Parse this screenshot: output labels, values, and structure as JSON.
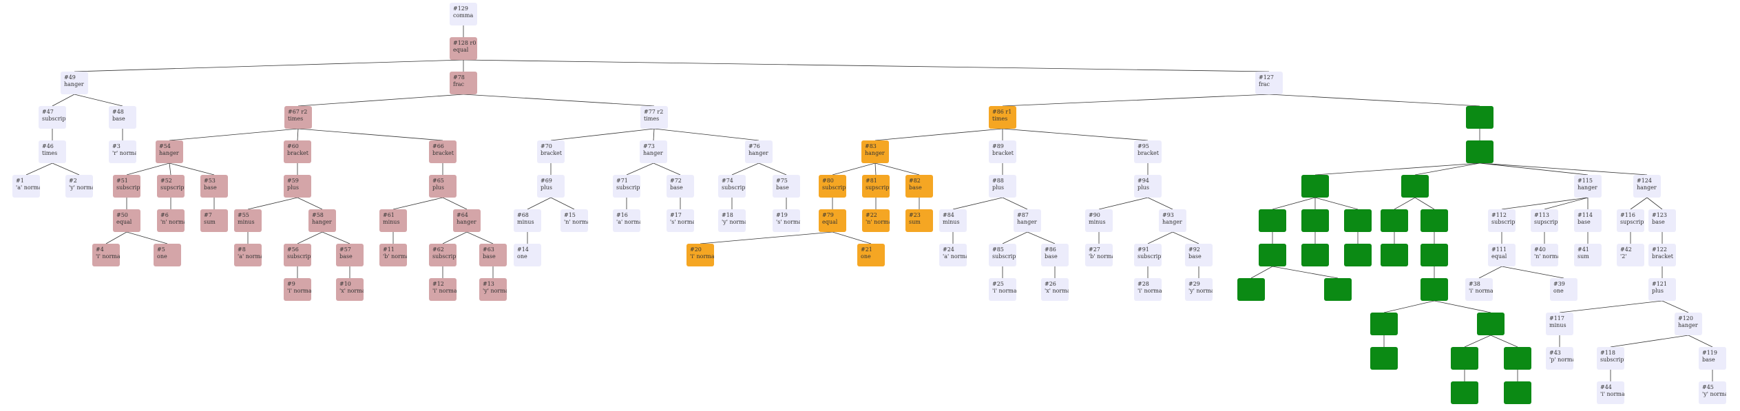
{
  "colors": {
    "default": "#ececfb",
    "pink": "#d4a5a8",
    "orange": "#f5a623",
    "green": "#0b8a14"
  },
  "nodes": [
    {
      "key": "n129",
      "id": "#129",
      "label": "comma",
      "style": "default"
    },
    {
      "key": "n128",
      "id": "#128 r0",
      "label": "equal",
      "style": "pink"
    },
    {
      "key": "n49",
      "id": "#49",
      "label": "hanger",
      "style": "default"
    },
    {
      "key": "n78",
      "id": "#78",
      "label": "frac",
      "style": "pink"
    },
    {
      "key": "n127",
      "id": "#127",
      "label": "frac",
      "style": "default"
    },
    {
      "key": "n47",
      "id": "#47",
      "label": "subscript",
      "style": "default"
    },
    {
      "key": "n48",
      "id": "#48",
      "label": "base",
      "style": "default"
    },
    {
      "key": "n46",
      "id": "#46",
      "label": "times",
      "style": "default"
    },
    {
      "key": "n3",
      "id": "#3",
      "label": "'r' normal font",
      "style": "default"
    },
    {
      "key": "n1",
      "id": "#1",
      "label": "'a' normal font",
      "style": "default"
    },
    {
      "key": "n2",
      "id": "#2",
      "label": "'y' normal font",
      "style": "default"
    },
    {
      "key": "n67",
      "id": "#67 r2",
      "label": "times",
      "style": "pink"
    },
    {
      "key": "n77",
      "id": "#77 r2",
      "label": "times",
      "style": "default"
    },
    {
      "key": "n54",
      "id": "#54",
      "label": "hanger",
      "style": "pink"
    },
    {
      "key": "n60",
      "id": "#60",
      "label": "bracket",
      "style": "pink"
    },
    {
      "key": "n66",
      "id": "#66",
      "label": "bracket",
      "style": "pink"
    },
    {
      "key": "n51",
      "id": "#51",
      "label": "subscript",
      "style": "pink"
    },
    {
      "key": "n52",
      "id": "#52",
      "label": "supscript",
      "style": "pink"
    },
    {
      "key": "n53",
      "id": "#53",
      "label": "base",
      "style": "pink"
    },
    {
      "key": "n50",
      "id": "#50",
      "label": "equal",
      "style": "pink"
    },
    {
      "key": "n6",
      "id": "#6",
      "label": "'n' normal font",
      "style": "pink"
    },
    {
      "key": "n7",
      "id": "#7",
      "label": "sum",
      "style": "pink"
    },
    {
      "key": "n4",
      "id": "#4",
      "label": "'i' normal font",
      "style": "pink"
    },
    {
      "key": "n5",
      "id": "#5",
      "label": "one",
      "style": "pink"
    },
    {
      "key": "n59",
      "id": "#59",
      "label": "plus",
      "style": "pink"
    },
    {
      "key": "n55",
      "id": "#55",
      "label": "minus",
      "style": "pink"
    },
    {
      "key": "n58",
      "id": "#58",
      "label": "hanger",
      "style": "pink"
    },
    {
      "key": "n8",
      "id": "#8",
      "label": "'a' normal font",
      "style": "pink"
    },
    {
      "key": "n56",
      "id": "#56",
      "label": "subscript",
      "style": "pink"
    },
    {
      "key": "n57",
      "id": "#57",
      "label": "base",
      "style": "pink"
    },
    {
      "key": "n9",
      "id": "#9",
      "label": "'i' normal font",
      "style": "pink"
    },
    {
      "key": "n10",
      "id": "#10",
      "label": "'x' normal font",
      "style": "pink"
    },
    {
      "key": "n65",
      "id": "#65",
      "label": "plus",
      "style": "pink"
    },
    {
      "key": "n61",
      "id": "#61",
      "label": "minus",
      "style": "pink"
    },
    {
      "key": "n64",
      "id": "#64",
      "label": "hanger",
      "style": "pink"
    },
    {
      "key": "n11",
      "id": "#11",
      "label": "'b' normal font",
      "style": "pink"
    },
    {
      "key": "n62",
      "id": "#62",
      "label": "subscript",
      "style": "pink"
    },
    {
      "key": "n63",
      "id": "#63",
      "label": "base",
      "style": "pink"
    },
    {
      "key": "n12",
      "id": "#12",
      "label": "'i' normal font",
      "style": "pink"
    },
    {
      "key": "n13",
      "id": "#13",
      "label": "'y' normal font",
      "style": "pink"
    },
    {
      "key": "n70",
      "id": "#70",
      "label": "bracket",
      "style": "default"
    },
    {
      "key": "n73",
      "id": "#73",
      "label": "hanger",
      "style": "default"
    },
    {
      "key": "n76",
      "id": "#76",
      "label": "hanger",
      "style": "default"
    },
    {
      "key": "n69",
      "id": "#69",
      "label": "plus",
      "style": "default"
    },
    {
      "key": "n68",
      "id": "#68",
      "label": "minus",
      "style": "default"
    },
    {
      "key": "n15",
      "id": "#15",
      "label": "'n' normal font",
      "style": "default"
    },
    {
      "key": "n14",
      "id": "#14",
      "label": "one",
      "style": "default"
    },
    {
      "key": "n71",
      "id": "#71",
      "label": "subscript",
      "style": "default"
    },
    {
      "key": "n72",
      "id": "#72",
      "label": "base",
      "style": "default"
    },
    {
      "key": "n16",
      "id": "#16",
      "label": "'a' normal font",
      "style": "default"
    },
    {
      "key": "n17",
      "id": "#17",
      "label": "'s' normal font",
      "style": "default"
    },
    {
      "key": "n74",
      "id": "#74",
      "label": "subscript",
      "style": "default"
    },
    {
      "key": "n75",
      "id": "#75",
      "label": "base",
      "style": "default"
    },
    {
      "key": "n18",
      "id": "#18",
      "label": "'y' normal font",
      "style": "default"
    },
    {
      "key": "n19",
      "id": "#19",
      "label": "'s' normal font",
      "style": "default"
    },
    {
      "key": "n86",
      "id": "#86 r1",
      "label": "times",
      "style": "orange"
    },
    {
      "key": "n83",
      "id": "#83",
      "label": "hanger",
      "style": "orange"
    },
    {
      "key": "n89",
      "id": "#89",
      "label": "bracket",
      "style": "default"
    },
    {
      "key": "n95",
      "id": "#95",
      "label": "bracket",
      "style": "default"
    },
    {
      "key": "n80",
      "id": "#80",
      "label": "subscript",
      "style": "orange"
    },
    {
      "key": "n81",
      "id": "#81",
      "label": "supscript",
      "style": "orange"
    },
    {
      "key": "n82",
      "id": "#82",
      "label": "base",
      "style": "orange"
    },
    {
      "key": "n79",
      "id": "#79",
      "label": "equal",
      "style": "orange"
    },
    {
      "key": "n22",
      "id": "#22",
      "label": "'n' normal font",
      "style": "orange"
    },
    {
      "key": "n23",
      "id": "#23",
      "label": "sum",
      "style": "orange"
    },
    {
      "key": "n20",
      "id": "#20",
      "label": "'i' normal font",
      "style": "orange"
    },
    {
      "key": "n21",
      "id": "#21",
      "label": "one",
      "style": "orange"
    },
    {
      "key": "n88",
      "id": "#88",
      "label": "plus",
      "style": "default"
    },
    {
      "key": "n84",
      "id": "#84",
      "label": "minus",
      "style": "default"
    },
    {
      "key": "n87",
      "id": "#87",
      "label": "hanger",
      "style": "default"
    },
    {
      "key": "n24",
      "id": "#24",
      "label": "'a' normal font",
      "style": "default"
    },
    {
      "key": "n85",
      "id": "#85",
      "label": "subscript",
      "style": "default"
    },
    {
      "key": "n86b",
      "id": "#86",
      "label": "base",
      "style": "default"
    },
    {
      "key": "n25",
      "id": "#25",
      "label": "'i' normal font",
      "style": "default"
    },
    {
      "key": "n26",
      "id": "#26",
      "label": "'x' normal font",
      "style": "default"
    },
    {
      "key": "n94",
      "id": "#94",
      "label": "plus",
      "style": "default"
    },
    {
      "key": "n90",
      "id": "#90",
      "label": "minus",
      "style": "default"
    },
    {
      "key": "n93",
      "id": "#93",
      "label": "hanger",
      "style": "default"
    },
    {
      "key": "n27",
      "id": "#27",
      "label": "'b' normal font",
      "style": "default"
    },
    {
      "key": "n91",
      "id": "#91",
      "label": "subscript",
      "style": "default"
    },
    {
      "key": "n92",
      "id": "#92",
      "label": "base",
      "style": "default"
    },
    {
      "key": "n28",
      "id": "#28",
      "label": "'i' normal font",
      "style": "default"
    },
    {
      "key": "n29",
      "id": "#29",
      "label": "'y' normal font",
      "style": "default"
    },
    {
      "key": "g1",
      "id": "",
      "label": "",
      "style": "green"
    },
    {
      "key": "g2",
      "id": "",
      "label": "",
      "style": "green"
    },
    {
      "key": "g3",
      "id": "",
      "label": "",
      "style": "green"
    },
    {
      "key": "g4",
      "id": "",
      "label": "",
      "style": "green"
    },
    {
      "key": "n115",
      "id": "#115",
      "label": "hanger",
      "style": "default"
    },
    {
      "key": "n124",
      "id": "#124",
      "label": "hanger",
      "style": "default"
    },
    {
      "key": "g5",
      "id": "",
      "label": "",
      "style": "green"
    },
    {
      "key": "g6",
      "id": "",
      "label": "",
      "style": "green"
    },
    {
      "key": "g7",
      "id": "",
      "label": "",
      "style": "green"
    },
    {
      "key": "g8",
      "id": "",
      "label": "",
      "style": "green"
    },
    {
      "key": "g9",
      "id": "",
      "label": "",
      "style": "green"
    },
    {
      "key": "g10",
      "id": "",
      "label": "",
      "style": "green"
    },
    {
      "key": "g11",
      "id": "",
      "label": "",
      "style": "green"
    },
    {
      "key": "g12",
      "id": "",
      "label": "",
      "style": "green"
    },
    {
      "key": "g13",
      "id": "",
      "label": "",
      "style": "green"
    },
    {
      "key": "g14",
      "id": "",
      "label": "",
      "style": "green"
    },
    {
      "key": "g15",
      "id": "",
      "label": "",
      "style": "green"
    },
    {
      "key": "g16",
      "id": "",
      "label": "",
      "style": "green"
    },
    {
      "key": "g17",
      "id": "",
      "label": "",
      "style": "green"
    },
    {
      "key": "g18",
      "id": "",
      "label": "",
      "style": "green"
    },
    {
      "key": "g19",
      "id": "",
      "label": "",
      "style": "green"
    },
    {
      "key": "g20",
      "id": "",
      "label": "",
      "style": "green"
    },
    {
      "key": "g21",
      "id": "",
      "label": "",
      "style": "green"
    },
    {
      "key": "g22",
      "id": "",
      "label": "",
      "style": "green"
    },
    {
      "key": "g23",
      "id": "",
      "label": "",
      "style": "green"
    },
    {
      "key": "g24",
      "id": "",
      "label": "",
      "style": "green"
    },
    {
      "key": "n112",
      "id": "#112",
      "label": "subscript",
      "style": "default"
    },
    {
      "key": "n113",
      "id": "#113",
      "label": "supscript",
      "style": "default"
    },
    {
      "key": "n114",
      "id": "#114",
      "label": "base",
      "style": "default"
    },
    {
      "key": "n111",
      "id": "#111",
      "label": "equal",
      "style": "default"
    },
    {
      "key": "n40",
      "id": "#40",
      "label": "'n' normal font",
      "style": "default"
    },
    {
      "key": "n41",
      "id": "#41",
      "label": "sum",
      "style": "default"
    },
    {
      "key": "n38",
      "id": "#38",
      "label": "'i' normal font",
      "style": "default"
    },
    {
      "key": "n39",
      "id": "#39",
      "label": "one",
      "style": "default"
    },
    {
      "key": "n116",
      "id": "#116",
      "label": "supscript",
      "style": "default"
    },
    {
      "key": "n123",
      "id": "#123",
      "label": "base",
      "style": "default"
    },
    {
      "key": "n42",
      "id": "#42",
      "label": "'2'",
      "style": "default"
    },
    {
      "key": "n122",
      "id": "#122",
      "label": "bracket",
      "style": "default"
    },
    {
      "key": "n121",
      "id": "#121",
      "label": "plus",
      "style": "default"
    },
    {
      "key": "n117",
      "id": "#117",
      "label": "minus",
      "style": "default"
    },
    {
      "key": "n120",
      "id": "#120",
      "label": "hanger",
      "style": "default"
    },
    {
      "key": "n43",
      "id": "#43",
      "label": "'p' normal font",
      "style": "default"
    },
    {
      "key": "n118",
      "id": "#118",
      "label": "subscript",
      "style": "default"
    },
    {
      "key": "n119",
      "id": "#119",
      "label": "base",
      "style": "default"
    },
    {
      "key": "n44",
      "id": "#44",
      "label": "'i' normal font",
      "style": "default"
    },
    {
      "key": "n45",
      "id": "#45",
      "label": "'y' normal font",
      "style": "default"
    }
  ],
  "edges": [
    [
      "n129",
      "n128"
    ],
    [
      "n128",
      "n49"
    ],
    [
      "n128",
      "n78"
    ],
    [
      "n128",
      "n127"
    ],
    [
      "n49",
      "n47"
    ],
    [
      "n49",
      "n48"
    ],
    [
      "n47",
      "n46"
    ],
    [
      "n48",
      "n3"
    ],
    [
      "n46",
      "n1"
    ],
    [
      "n46",
      "n2"
    ],
    [
      "n78",
      "n67"
    ],
    [
      "n78",
      "n77"
    ],
    [
      "n67",
      "n54"
    ],
    [
      "n67",
      "n60"
    ],
    [
      "n67",
      "n66"
    ],
    [
      "n54",
      "n51"
    ],
    [
      "n54",
      "n52"
    ],
    [
      "n54",
      "n53"
    ],
    [
      "n51",
      "n50"
    ],
    [
      "n52",
      "n6"
    ],
    [
      "n53",
      "n7"
    ],
    [
      "n50",
      "n4"
    ],
    [
      "n50",
      "n5"
    ],
    [
      "n60",
      "n59"
    ],
    [
      "n59",
      "n55"
    ],
    [
      "n59",
      "n58"
    ],
    [
      "n55",
      "n8"
    ],
    [
      "n58",
      "n56"
    ],
    [
      "n58",
      "n57"
    ],
    [
      "n56",
      "n9"
    ],
    [
      "n57",
      "n10"
    ],
    [
      "n66",
      "n65"
    ],
    [
      "n65",
      "n61"
    ],
    [
      "n65",
      "n64"
    ],
    [
      "n61",
      "n11"
    ],
    [
      "n64",
      "n62"
    ],
    [
      "n64",
      "n63"
    ],
    [
      "n62",
      "n12"
    ],
    [
      "n63",
      "n13"
    ],
    [
      "n77",
      "n70"
    ],
    [
      "n77",
      "n73"
    ],
    [
      "n77",
      "n76"
    ],
    [
      "n70",
      "n69"
    ],
    [
      "n69",
      "n68"
    ],
    [
      "n69",
      "n15"
    ],
    [
      "n68",
      "n14"
    ],
    [
      "n73",
      "n71"
    ],
    [
      "n73",
      "n72"
    ],
    [
      "n71",
      "n16"
    ],
    [
      "n72",
      "n17"
    ],
    [
      "n76",
      "n74"
    ],
    [
      "n76",
      "n75"
    ],
    [
      "n74",
      "n18"
    ],
    [
      "n75",
      "n19"
    ],
    [
      "n127",
      "n86"
    ],
    [
      "n127",
      "g1"
    ],
    [
      "n86",
      "n83"
    ],
    [
      "n86",
      "n89"
    ],
    [
      "n86",
      "n95"
    ],
    [
      "n83",
      "n80"
    ],
    [
      "n83",
      "n81"
    ],
    [
      "n83",
      "n82"
    ],
    [
      "n80",
      "n79"
    ],
    [
      "n81",
      "n22"
    ],
    [
      "n82",
      "n23"
    ],
    [
      "n79",
      "n20"
    ],
    [
      "n79",
      "n21"
    ],
    [
      "n89",
      "n88"
    ],
    [
      "n88",
      "n84"
    ],
    [
      "n88",
      "n87"
    ],
    [
      "n84",
      "n24"
    ],
    [
      "n87",
      "n85"
    ],
    [
      "n87",
      "n86b"
    ],
    [
      "n85",
      "n25"
    ],
    [
      "n86b",
      "n26"
    ],
    [
      "n95",
      "n94"
    ],
    [
      "n94",
      "n90"
    ],
    [
      "n94",
      "n93"
    ],
    [
      "n90",
      "n27"
    ],
    [
      "n93",
      "n91"
    ],
    [
      "n93",
      "n92"
    ],
    [
      "n91",
      "n28"
    ],
    [
      "n92",
      "n29"
    ],
    [
      "g1",
      "g2"
    ],
    [
      "g2",
      "g3"
    ],
    [
      "g2",
      "g4"
    ],
    [
      "g2",
      "n115"
    ],
    [
      "g2",
      "n124"
    ],
    [
      "g3",
      "g5"
    ],
    [
      "g3",
      "g6"
    ],
    [
      "g3",
      "g7"
    ],
    [
      "g5",
      "g8"
    ],
    [
      "g8",
      "g9"
    ],
    [
      "g8",
      "g10"
    ],
    [
      "g6",
      "g11"
    ],
    [
      "g7",
      "g12"
    ],
    [
      "g4",
      "g13"
    ],
    [
      "g4",
      "g14"
    ],
    [
      "g13",
      "g15"
    ],
    [
      "g14",
      "g16"
    ],
    [
      "g16",
      "g17"
    ],
    [
      "g17",
      "g18"
    ],
    [
      "g17",
      "g19"
    ],
    [
      "g18",
      "g20"
    ],
    [
      "g19",
      "g21"
    ],
    [
      "g19",
      "g22"
    ],
    [
      "g21",
      "g23"
    ],
    [
      "g22",
      "g24"
    ],
    [
      "n115",
      "n112"
    ],
    [
      "n115",
      "n113"
    ],
    [
      "n115",
      "n114"
    ],
    [
      "n112",
      "n111"
    ],
    [
      "n113",
      "n40"
    ],
    [
      "n114",
      "n41"
    ],
    [
      "n111",
      "n38"
    ],
    [
      "n111",
      "n39"
    ],
    [
      "n124",
      "n116"
    ],
    [
      "n124",
      "n123"
    ],
    [
      "n116",
      "n42"
    ],
    [
      "n123",
      "n122"
    ],
    [
      "n122",
      "n121"
    ],
    [
      "n121",
      "n117"
    ],
    [
      "n121",
      "n120"
    ],
    [
      "n117",
      "n43"
    ],
    [
      "n120",
      "n118"
    ],
    [
      "n120",
      "n119"
    ],
    [
      "n118",
      "n44"
    ],
    [
      "n119",
      "n45"
    ]
  ]
}
